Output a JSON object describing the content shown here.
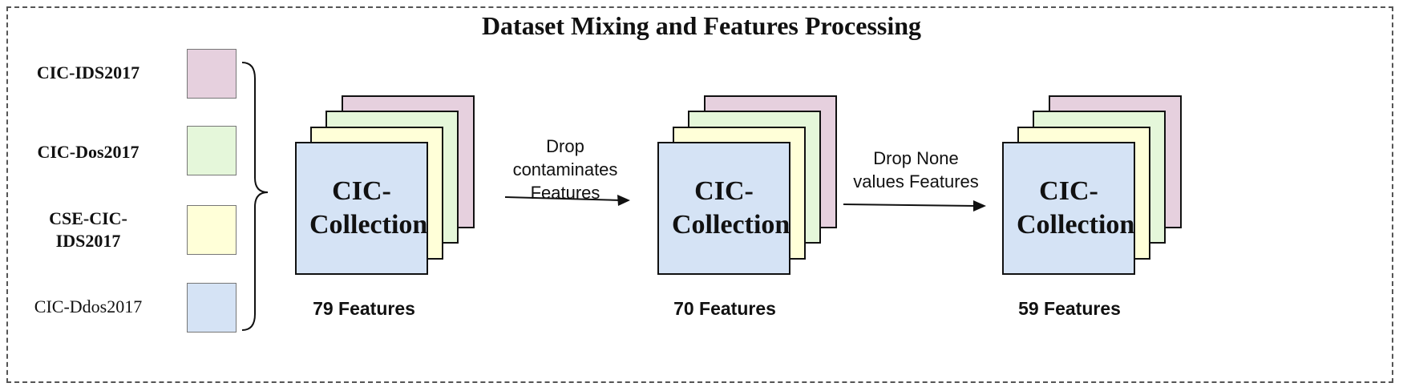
{
  "title": "Dataset Mixing and Features Processing",
  "datasets": [
    {
      "label": "CIC-IDS2017",
      "color": "#E6D0DE"
    },
    {
      "label": "CIC-Dos2017",
      "color": "#E5F7DA"
    },
    {
      "label": "CSE-CIC-IDS2017",
      "color": "#FFFFD8"
    },
    {
      "label": "CIC-Ddos2017",
      "color": "#D5E3F5"
    }
  ],
  "stacks": [
    {
      "label": "CIC-Collection",
      "features": "79 Features"
    },
    {
      "label": "CIC-Collection",
      "features": "70 Features"
    },
    {
      "label": "CIC-Collection",
      "features": "59 Features"
    }
  ],
  "arrows": [
    {
      "label": "Drop contaminates Features"
    },
    {
      "label": "Drop None values Features"
    }
  ],
  "colors": {
    "layer_pink": "#E6D0DE",
    "layer_green": "#E5F7DA",
    "layer_yellow": "#FFFFD8",
    "layer_blue": "#D5E3F5",
    "stroke": "#111111"
  }
}
